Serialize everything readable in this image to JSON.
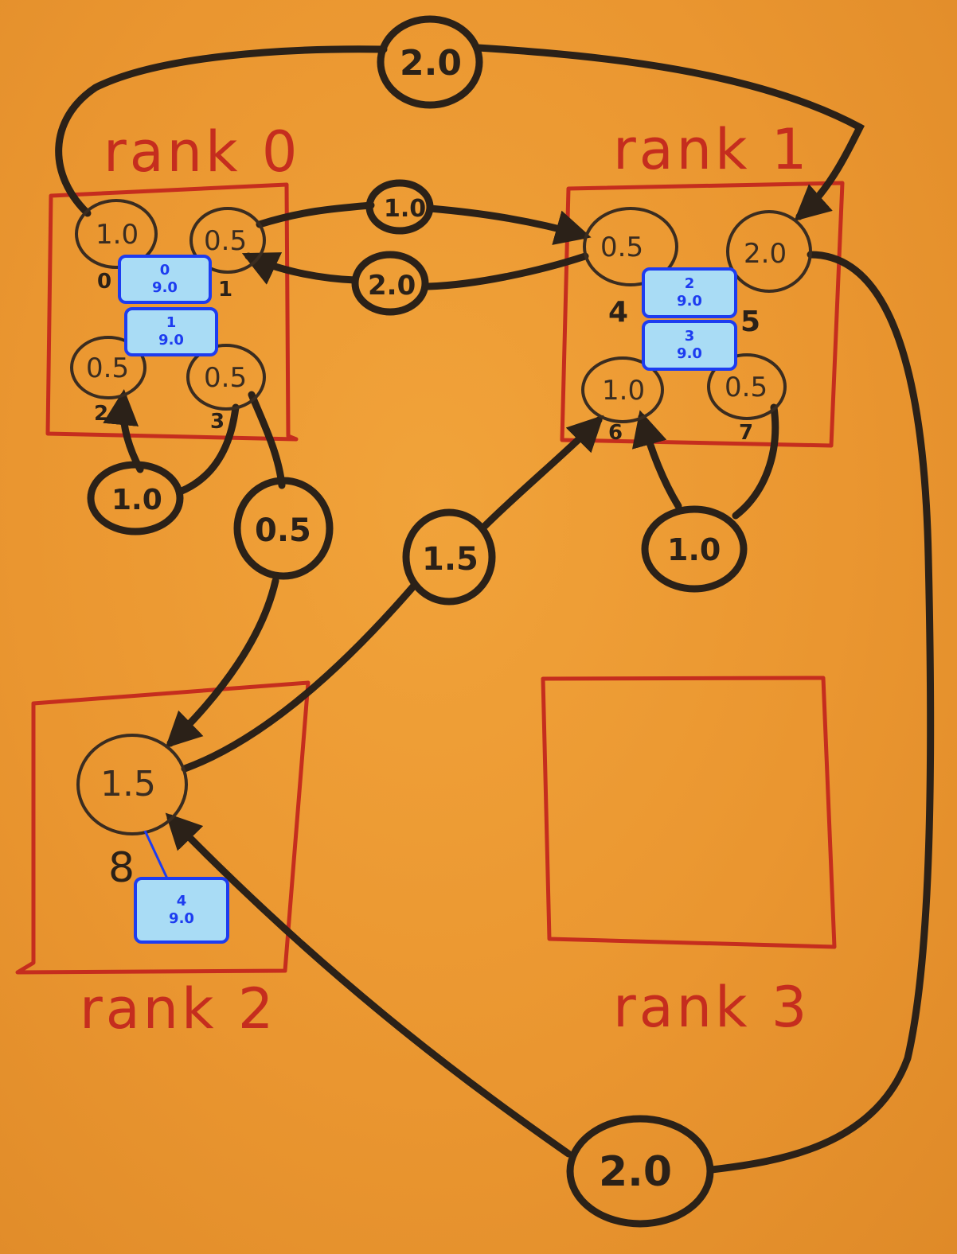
{
  "ranks": [
    {
      "label": "rank 0",
      "box": "rank-0-box"
    },
    {
      "label": "rank 1",
      "box": "rank-1-box"
    },
    {
      "label": "rank 2",
      "box": "rank-2-box"
    },
    {
      "label": "rank 3",
      "box": "rank-3-box"
    }
  ],
  "inner_nodes": [
    {
      "value": "1.0",
      "index": "0"
    },
    {
      "value": "0.5",
      "index": "1"
    },
    {
      "value": "0.5",
      "index": "2"
    },
    {
      "value": "0.5",
      "index": "3"
    },
    {
      "value": "0.5",
      "index": "4"
    },
    {
      "value": "2.0",
      "index": "5"
    },
    {
      "value": "1.0",
      "index": "6"
    },
    {
      "value": "0.5",
      "index": "7"
    },
    {
      "value": "1.5",
      "index": "8"
    }
  ],
  "edge_nodes": [
    {
      "value": "2.0"
    },
    {
      "value": "1.0"
    },
    {
      "value": "2.0"
    },
    {
      "value": "1.0"
    },
    {
      "value": "0.5"
    },
    {
      "value": "1.5"
    },
    {
      "value": "1.0"
    },
    {
      "value": "2.0"
    }
  ],
  "overlays": [
    {
      "id": "0",
      "value": "9.0"
    },
    {
      "id": "1",
      "value": "9.0"
    },
    {
      "id": "2",
      "value": "9.0"
    },
    {
      "id": "3",
      "value": "9.0"
    },
    {
      "id": "4",
      "value": "9.0"
    }
  ],
  "colors": {
    "paper": "#e9962f",
    "ink": "#2b2118",
    "rank_red": "#c52d1e",
    "overlay_fill": "#a9dcf5",
    "overlay_border": "#1d3cf0"
  }
}
